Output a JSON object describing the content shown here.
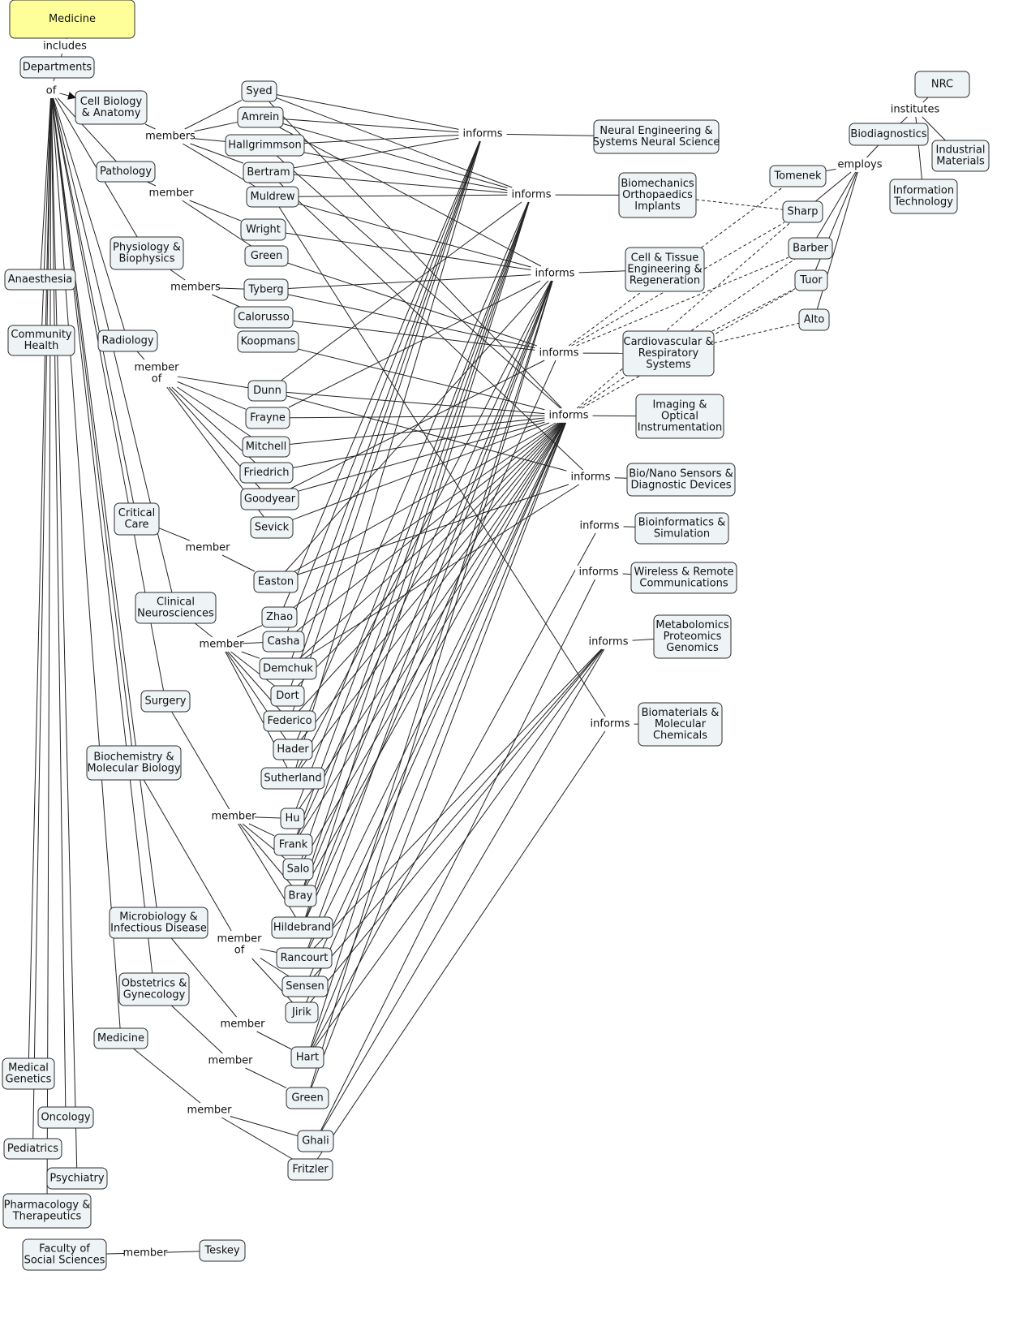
{
  "diagram_type": "concept-map",
  "concepts": {
    "medicine_root": "Medicine",
    "departments": "Departments",
    "cell_bio": "Cell Biology|& Anatomy",
    "pathology": "Pathology",
    "physiology": "Physiology &|Biophysics",
    "anaesthesia": "Anaesthesia",
    "community": "Community|Health",
    "radiology": "Radiology",
    "critical": "Critical|Care",
    "clinical": "Clinical|Neurosciences",
    "surgery": "Surgery",
    "biochem": "Biochemistry &|Molecular Biology",
    "microbio": "Microbiology &|Infectious Disease",
    "obstetrics": "Obstetrics &|Gynecology",
    "medicine_dept": "Medicine",
    "medgen": "Medical|Genetics",
    "oncology": "Oncology",
    "pediatrics": "Pediatrics",
    "psychiatry": "Psychiatry",
    "pharma": "Pharmacology &|Therapeutics",
    "faculty_ss": "Faculty of|Social Sciences",
    "teskey": "Teskey",
    "syed": "Syed",
    "amrein": "Amrein",
    "hallgrimmson": "Hallgrimmson",
    "bertram": "Bertram",
    "muldrew": "Muldrew",
    "wright": "Wright",
    "green1": "Green",
    "tyberg": "Tyberg",
    "calorusso": "Calorusso",
    "koopmans": "Koopmans",
    "dunn": "Dunn",
    "frayne": "Frayne",
    "mitchell": "Mitchell",
    "friedrich": "Friedrich",
    "goodyear": "Goodyear",
    "sevick": "Sevick",
    "easton": "Easton",
    "zhao": "Zhao",
    "casha": "Casha",
    "demchuk": "Demchuk",
    "dort": "Dort",
    "federico": "Federico",
    "hader": "Hader",
    "sutherland": "Sutherland",
    "hu": "Hu",
    "frank": "Frank",
    "salo": "Salo",
    "bray": "Bray",
    "hildebrand": "Hildebrand",
    "rancourt": "Rancourt",
    "sensen": "Sensen",
    "jirik": "Jirik",
    "hart": "Hart",
    "green2": "Green",
    "ghali": "Ghali",
    "fritzler": "Fritzler",
    "neural": "Neural Engineering &|Systems Neural Science",
    "biomech": "Biomechanics|Orthopaedics|Implants",
    "celltissue": "Cell & Tissue|Engineering &|Regeneration",
    "cardio": "Cardiovascular &|Respiratory|Systems",
    "imaging": "Imaging &|Optical|Instrumentation",
    "bionano": "Bio/Nano Sensors &|Diagnostic Devices",
    "bioinf": "Bioinformatics &|Simulation",
    "wireless": "Wireless & Remote|Communications",
    "metabol": "Metabolomics|Proteomics|Genomics",
    "biomat": "Biomaterials &|Molecular|Chemicals",
    "nrc": "NRC",
    "biodiag": "Biodiagnostics",
    "industrial": "Industrial|Materials",
    "infotech": "Information|Technology",
    "tomenek": "Tomenek",
    "sharp": "Sharp",
    "barber": "Barber",
    "tuor": "Tuor",
    "alto": "Alto"
  },
  "linking_phrases": {
    "includes": "includes",
    "of": "of",
    "m_cell": "members",
    "m_path": "member",
    "m_phys": "members",
    "m_rad": "member|of",
    "m_crit": "member",
    "m_clin": "member",
    "m_surg": "member",
    "m_bio": "member|of",
    "m_micro": "member",
    "m_obst": "member",
    "m_med": "member",
    "m_fss": "member",
    "inf_neural": "informs",
    "inf_biomech": "informs",
    "inf_cell": "informs",
    "inf_cardio": "informs",
    "inf_imaging": "informs",
    "inf_bionano": "informs",
    "inf_bioinf": "informs",
    "inf_wireless": "informs",
    "inf_metabol": "informs",
    "inf_biomat": "informs",
    "institutes": "institutes",
    "employs": "employs"
  }
}
